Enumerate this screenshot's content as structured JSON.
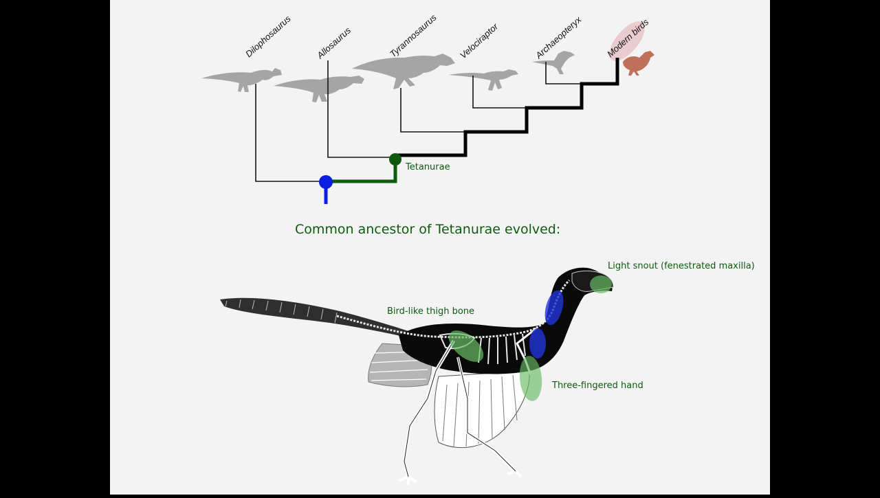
{
  "colors": {
    "slide_background": "#f3f3f3",
    "page_background": "#000000",
    "tree_black": "#000000",
    "tetanurae_green": "#0e5a0e",
    "ancestor_blue": "#0a1fe0",
    "highlight_green": "#66bb66",
    "highlight_blue": "#2233dd",
    "silhouette_grey": "#a5a5a5",
    "modern_bird_rust": "#c0705a",
    "modern_bird_highlight": "#e7c3c8"
  },
  "cladogram": {
    "taxa": [
      "Dilophosaurus",
      "Allosaurus",
      "Tyrannosaurus",
      "Velociraptor",
      "Archaeopteryx",
      "Modern birds"
    ],
    "node_label": "Tetanurae",
    "highlighted_taxon": "Modern birds"
  },
  "heading": "Common ancestor of Tetanurae evolved:",
  "skeleton": {
    "labels": {
      "snout": "Light snout (fenestrated maxilla)",
      "thigh": "Bird-like thigh bone",
      "hand": "Three-fingered hand"
    },
    "icons": [
      "feathered-theropod-skeleton"
    ]
  }
}
